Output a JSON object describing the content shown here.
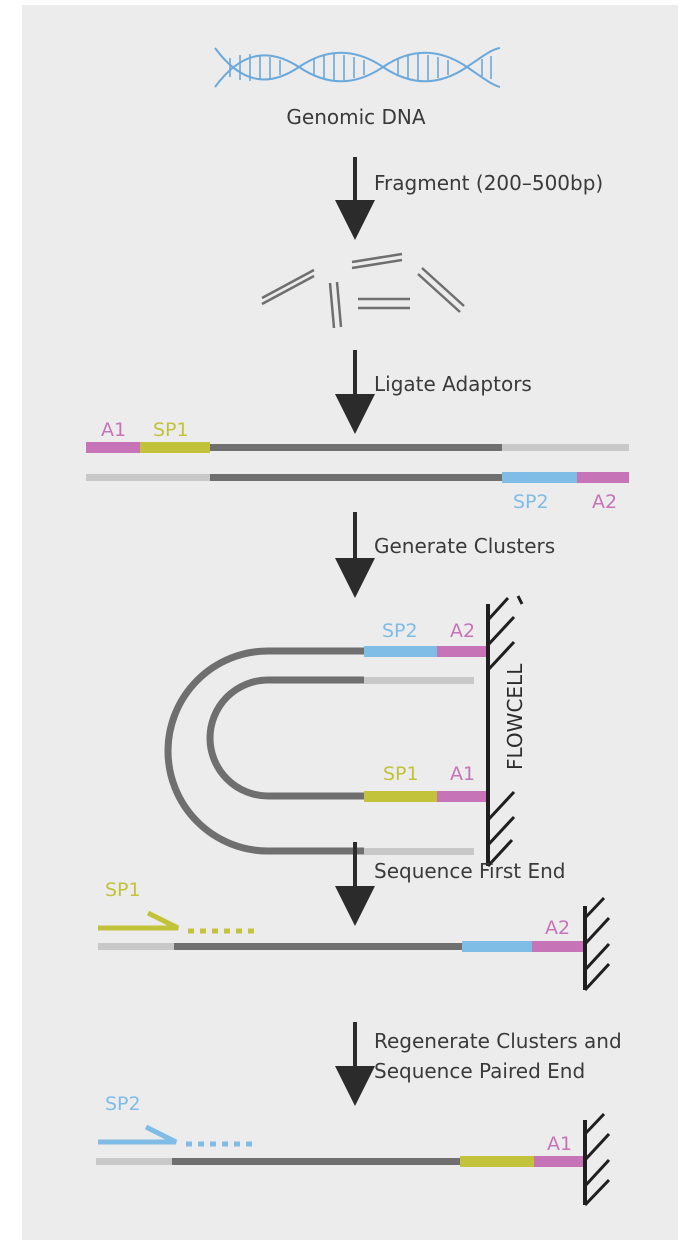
{
  "title": "Genomic DNA",
  "steps": {
    "fragment": "Fragment (200–500bp)",
    "ligate": "Ligate Adaptors",
    "generate": "Generate Clusters",
    "seq_first": "Sequence First End",
    "regen_line1": "Regenerate Clusters and",
    "regen_line2": "Sequence Paired End"
  },
  "labels": {
    "a1": "A1",
    "sp1": "SP1",
    "sp2": "SP2",
    "a2": "A2",
    "flowcell": "FLOWCELL"
  },
  "colors": {
    "a": "#c773b8",
    "sp1": "#c3c23b",
    "sp2": "#7fbde6",
    "dna": "#6f6f6f",
    "dna_light": "#c8c8c8",
    "helix": "#6aa9dc",
    "arrow": "#2b2b2b"
  }
}
